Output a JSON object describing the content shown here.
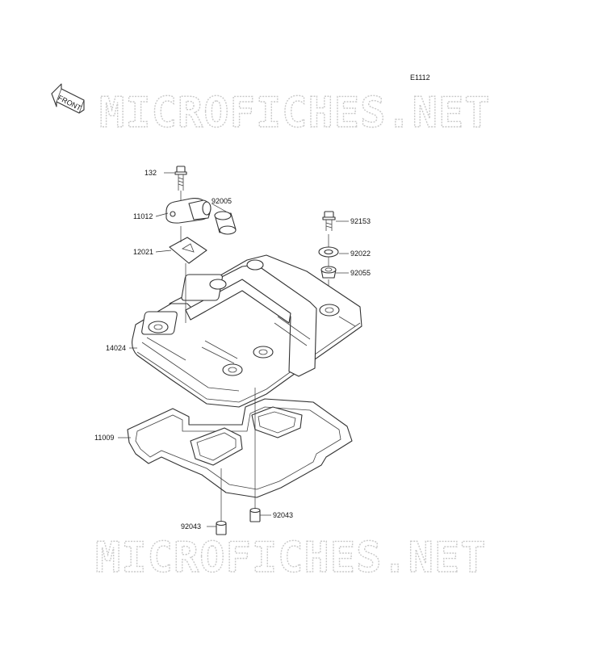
{
  "diagram": {
    "code": "E1112",
    "front_arrow_label": "FRONT",
    "watermarks": [
      "MICROFICHES.NET",
      "MICROFICHES.NET"
    ],
    "callouts": [
      {
        "id": "c132",
        "label": "132"
      },
      {
        "id": "c11012",
        "label": "11012"
      },
      {
        "id": "c92005",
        "label": "92005"
      },
      {
        "id": "c12021",
        "label": "12021"
      },
      {
        "id": "c92153",
        "label": "92153"
      },
      {
        "id": "c92022",
        "label": "92022"
      },
      {
        "id": "c92055",
        "label": "92055"
      },
      {
        "id": "c14024",
        "label": "14024"
      },
      {
        "id": "c11009",
        "label": "11009"
      },
      {
        "id": "c92043a",
        "label": "92043"
      },
      {
        "id": "c92043b",
        "label": "92043"
      }
    ]
  }
}
